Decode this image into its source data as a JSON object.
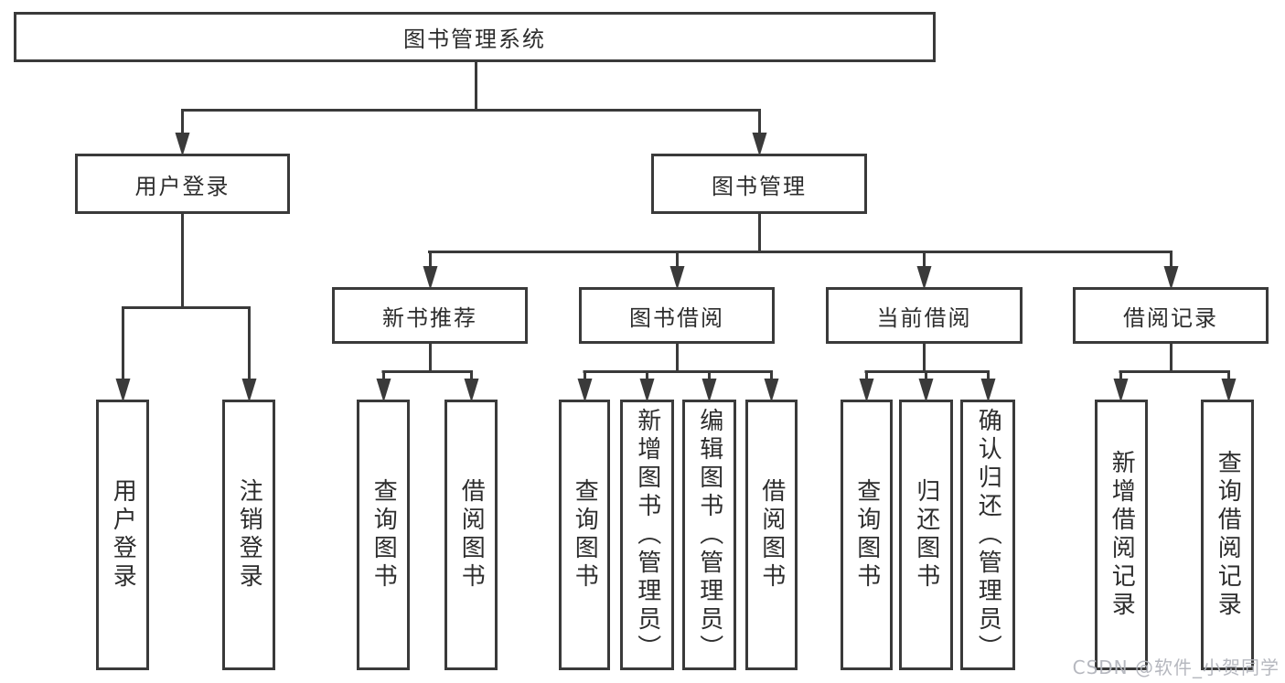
{
  "diagram_type": "functional-structure-tree",
  "colors": {
    "background": "#ffffff",
    "line": "#3a3a3a",
    "box_border": "#3a3a3a",
    "box_fill": "#ffffff",
    "text": "#2d2d2d",
    "watermark": "#b2b4bc"
  },
  "tree": {
    "label": "图书管理系统",
    "children": [
      {
        "label": "用户登录",
        "children": [
          {
            "label": "用户登录"
          },
          {
            "label": "注销登录"
          }
        ]
      },
      {
        "label": "图书管理",
        "children": [
          {
            "label": "新书推荐",
            "children": [
              {
                "label": "查询图书"
              },
              {
                "label": "借阅图书"
              }
            ]
          },
          {
            "label": "图书借阅",
            "children": [
              {
                "label": "查询图书"
              },
              {
                "label": "新增图书（管理员）"
              },
              {
                "label": "编辑图书（管理员）"
              },
              {
                "label": "借阅图书"
              }
            ]
          },
          {
            "label": "当前借阅",
            "children": [
              {
                "label": "查询图书"
              },
              {
                "label": "归还图书"
              },
              {
                "label": "确认归还（管理员）"
              }
            ]
          },
          {
            "label": "借阅记录",
            "children": [
              {
                "label": "新增借阅记录"
              },
              {
                "label": "查询借阅记录"
              }
            ]
          }
        ]
      }
    ]
  },
  "watermark": {
    "text": "CSDN @软件_小贺同学"
  }
}
